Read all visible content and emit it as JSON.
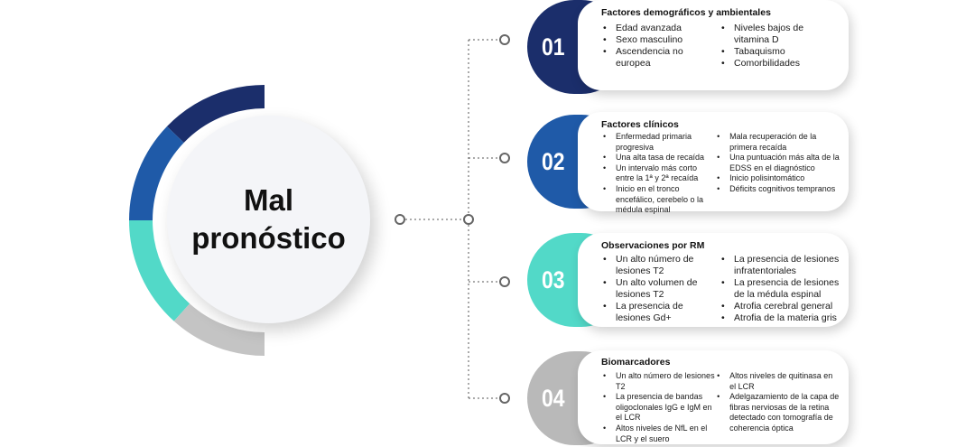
{
  "center": {
    "title": "Mal\npronóstico"
  },
  "colors": {
    "navy": "#1b2e6b",
    "blue": "#1f5aa8",
    "teal": "#52d9c8",
    "gray": "#b9b9b9"
  },
  "sections": [
    {
      "number": "01",
      "title": "Factores demográficos y ambientales",
      "left": [
        "Edad avanzada",
        "Sexo masculino",
        "Ascendencia no europea"
      ],
      "right": [
        "Niveles bajos de vitamina D",
        "Tabaquismo",
        "Comorbilidades"
      ]
    },
    {
      "number": "02",
      "title": "Factores clínicos",
      "left": [
        "Enfermedad primaria progresiva",
        "Una alta tasa de recaída",
        "Un intervalo más corto entre la 1ª y 2ª recaída",
        "Inicio en el tronco encefálico, cerebelo o la médula espinal"
      ],
      "right": [
        "Mala recuperación de la primera recaída",
        "Una puntuación más alta de la EDSS en el diagnóstico",
        "Inicio polisintomático",
        "Déficits cognitivos tempranos"
      ]
    },
    {
      "number": "03",
      "title": "Observaciones por RM",
      "left": [
        "Un alto número de lesiones T2",
        "Un alto volumen de lesiones T2",
        "La presencia de lesiones Gd+"
      ],
      "right": [
        "La presencia de lesiones infratentoriales",
        "La presencia de lesiones de la médula espinal",
        "Atrofia cerebral general",
        "Atrofia de la materia gris"
      ]
    },
    {
      "number": "04",
      "title": "Biomarcadores",
      "left": [
        "Un alto número de lesiones T2",
        "La presencia de bandas oligoclonales IgG e IgM en el LCR",
        "Altos niveles de NfL en el LCR y el suero"
      ],
      "right": [
        "Altos niveles de quitinasa en el LCR",
        "Adelgazamiento de la capa de fibras nerviosas de la retina detectado con tomografía de coherencia óptica"
      ]
    }
  ]
}
